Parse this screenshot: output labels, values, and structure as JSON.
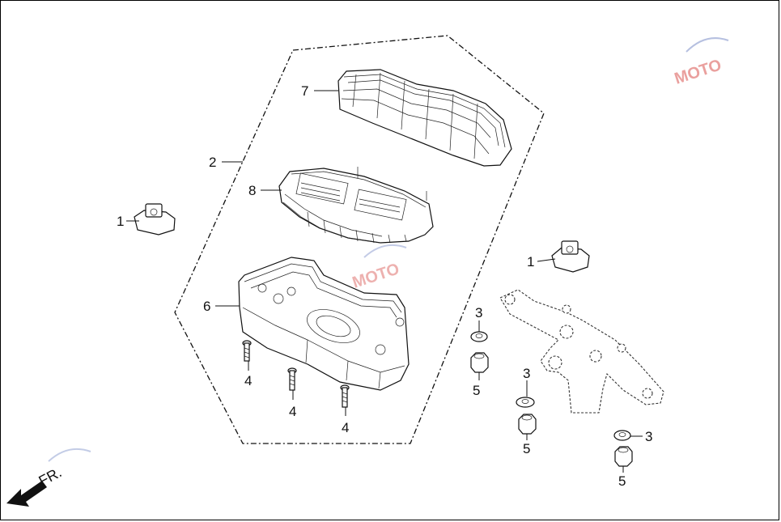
{
  "diagram": {
    "callouts": {
      "c1_left": "1",
      "c1_right": "1",
      "c2": "2",
      "c3_a": "3",
      "c3_b": "3",
      "c3_c": "3",
      "c4_a": "4",
      "c4_b": "4",
      "c4_c": "4",
      "c5_a": "5",
      "c5_b": "5",
      "c5_c": "5",
      "c6": "6",
      "c7": "7",
      "c8": "8"
    },
    "direction_label": "FR.",
    "watermark_text": "MOTO",
    "watermark_color": "#d9534f"
  }
}
